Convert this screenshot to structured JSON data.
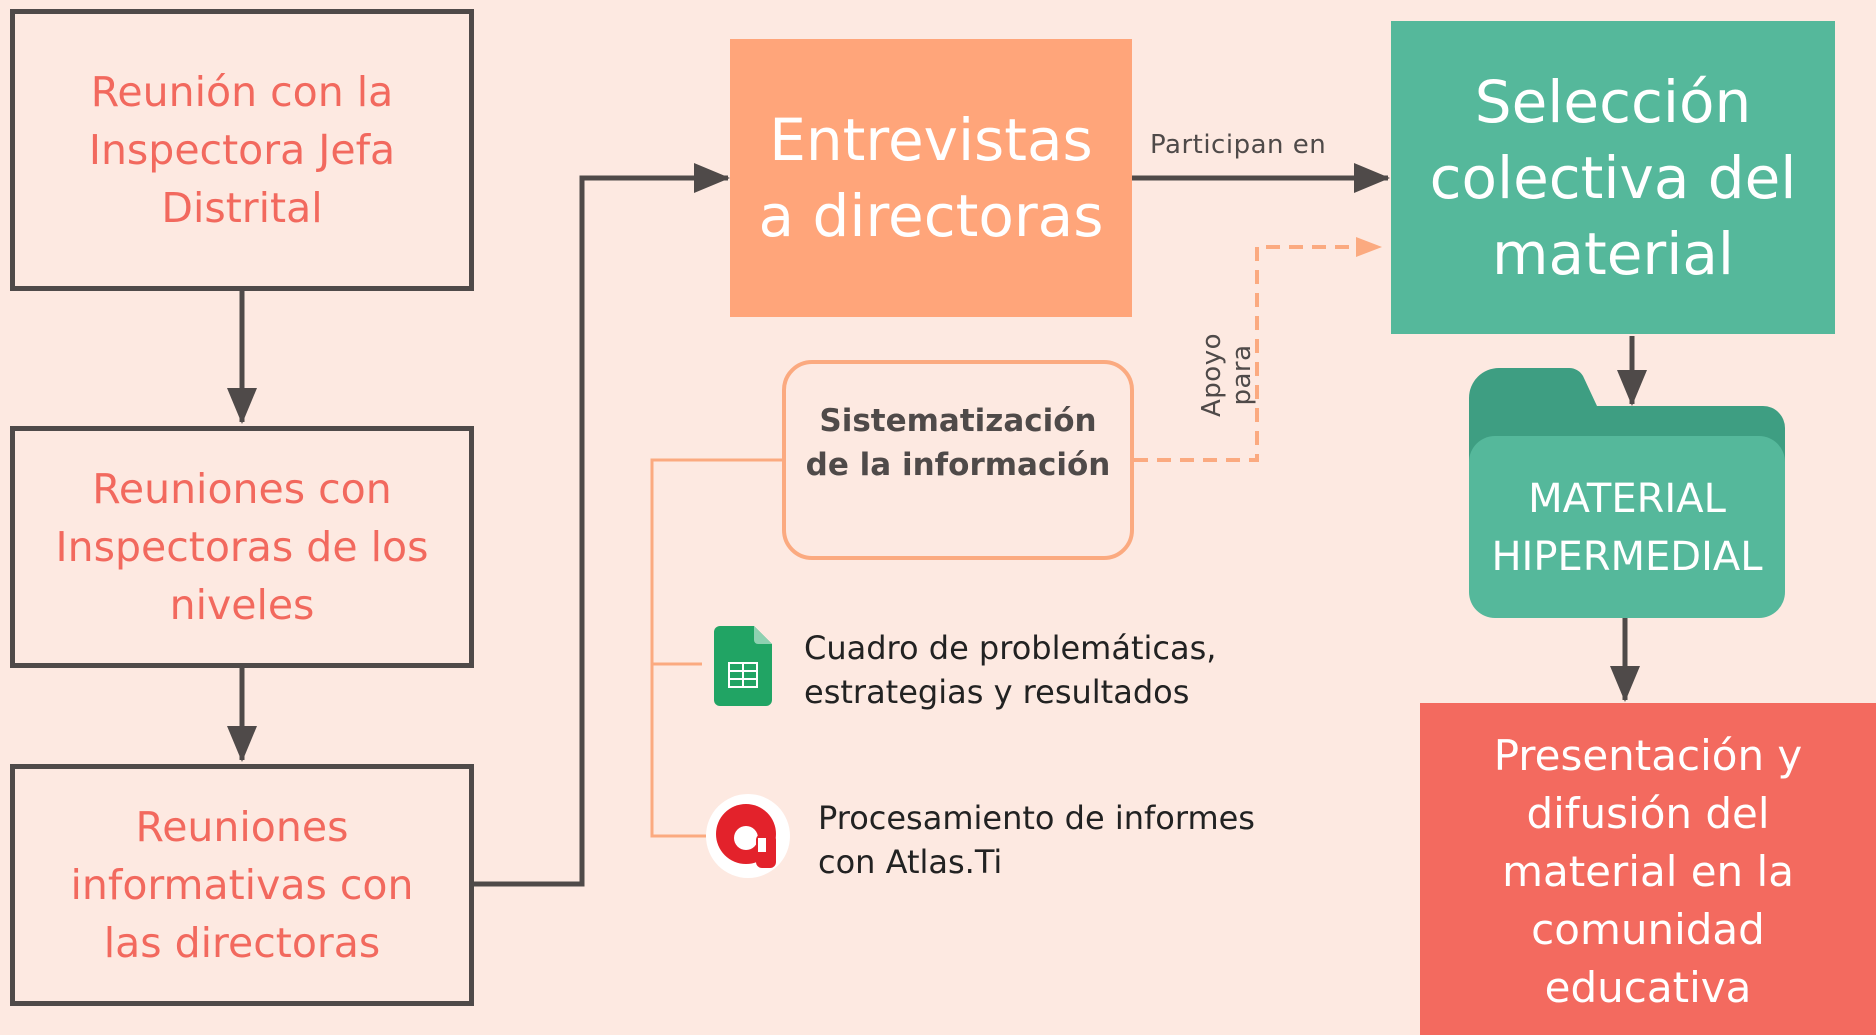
{
  "left_column": {
    "box1": [
      "Reunión con la",
      "Inspectora Jefa",
      "Distrital"
    ],
    "box2": [
      "Reuniones con",
      "Inspectoras de los",
      "niveles"
    ],
    "box3": [
      "Reuniones",
      "informativas con",
      "las directoras"
    ]
  },
  "interviews": [
    "Entrevistas",
    "a directoras"
  ],
  "edge_participan": "Participan en",
  "edge_apoyo": "Apoyo para",
  "selection": [
    "Selección",
    "colectiva del",
    "material"
  ],
  "systematization": [
    "Sistematización",
    "de la información"
  ],
  "tools": [
    {
      "icon": "google-sheets-icon",
      "lines": [
        "Cuadro de problemáticas,",
        "estrategias y resultados"
      ]
    },
    {
      "icon": "atlas-ti-icon",
      "lines": [
        "Procesamiento de informes",
        "con Atlas.Ti"
      ]
    }
  ],
  "folder": [
    "MATERIAL",
    "HIPERMEDIAL"
  ],
  "presentation": [
    "Presentación y",
    "difusión del",
    "material en la",
    "comunidad",
    "educativa"
  ],
  "colors": {
    "background": "#FDE9E1",
    "outline": "#4F4A49",
    "coral_text": "#F2695E",
    "orange": "#FFA57A",
    "teal": "#55B89B",
    "teal_dark": "#3E9E82",
    "red": "#F36A5F",
    "light_orange_line": "#FBAA80"
  }
}
